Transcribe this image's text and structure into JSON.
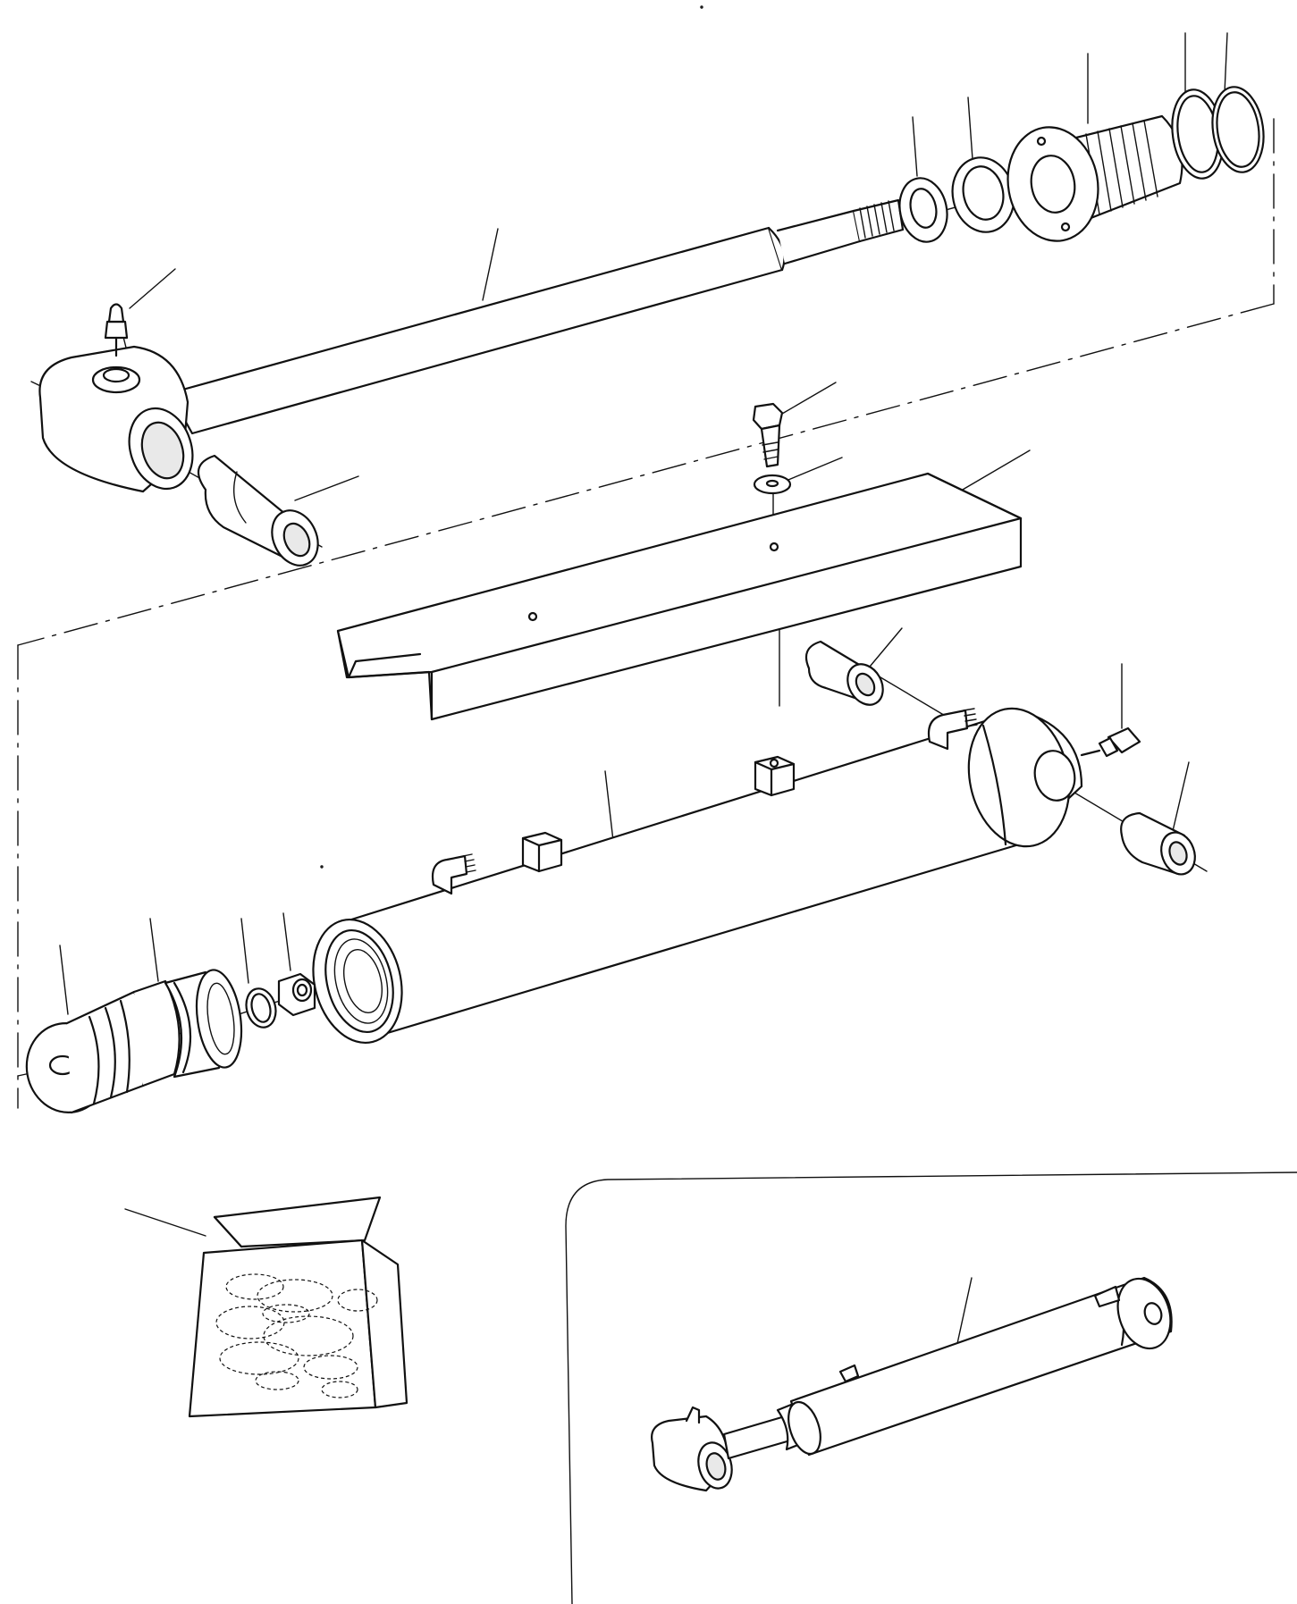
{
  "diagram": {
    "kind": "exploded parts drawing",
    "colors": {
      "ink": "#111111",
      "paper": "#ffffff"
    },
    "parts": [
      {
        "id": "piston-rod",
        "icon": "piston-rod-icon"
      },
      {
        "id": "lubrication-nipple",
        "icon": "grease-nipple-icon"
      },
      {
        "id": "rod-bushing",
        "icon": "bushing-icon"
      },
      {
        "id": "rod-wiper-seal",
        "icon": "seal-ring-icon"
      },
      {
        "id": "rod-seal",
        "icon": "seal-ring-icon"
      },
      {
        "id": "cylinder-head",
        "icon": "gland-icon"
      },
      {
        "id": "head-backup-ring",
        "icon": "o-ring-icon"
      },
      {
        "id": "head-o-ring",
        "icon": "o-ring-icon"
      },
      {
        "id": "bolt",
        "icon": "bolt-icon"
      },
      {
        "id": "washer",
        "icon": "washer-icon"
      },
      {
        "id": "guard-plate",
        "icon": "channel-guard-icon"
      },
      {
        "id": "barrel-bushing-top",
        "icon": "bushing-icon"
      },
      {
        "id": "barrel-grease-nipple",
        "icon": "grease-nipple-icon"
      },
      {
        "id": "barrel-bushing-side",
        "icon": "bushing-icon"
      },
      {
        "id": "cylinder-barrel",
        "icon": "cylinder-barrel-icon"
      },
      {
        "id": "piston",
        "icon": "piston-icon"
      },
      {
        "id": "piston-seal",
        "icon": "seal-ring-icon"
      },
      {
        "id": "piston-o-ring",
        "icon": "o-ring-icon"
      },
      {
        "id": "piston-nut",
        "icon": "nut-icon"
      },
      {
        "id": "seal-kit",
        "icon": "seal-kit-icon"
      },
      {
        "id": "complete-cylinder",
        "icon": "hydraulic-cylinder-icon"
      }
    ]
  }
}
